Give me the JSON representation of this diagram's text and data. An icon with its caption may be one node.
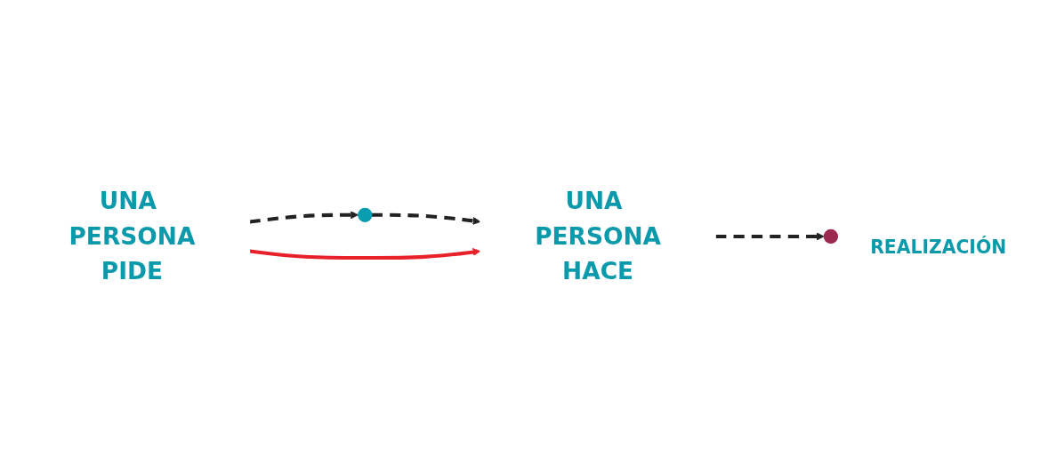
{
  "diagram": {
    "nodes": [
      {
        "text": [
          "UNA PERSONA",
          "PIDE"
        ]
      },
      {
        "text": [],
        "shape": "star"
      },
      {
        "text": [
          "UNA PERSONA",
          "HACE"
        ]
      },
      {
        "text": [],
        "shape": "star",
        "beside": [
          "REALIZACIÓN"
        ]
      }
    ],
    "edges": [
      {
        "from": 0,
        "to": 1,
        "arrow": "to",
        "style": "dashed"
      },
      {
        "from": 1,
        "to": 2,
        "arrow": "to",
        "style": "dashed"
      },
      {
        "from": 2,
        "to": 3,
        "arrow": "to",
        "style": "dashed"
      },
      {
        "from": 0,
        "to": 2,
        "arrow": "to",
        "color": "#e8202a"
      }
    ]
  }
}
